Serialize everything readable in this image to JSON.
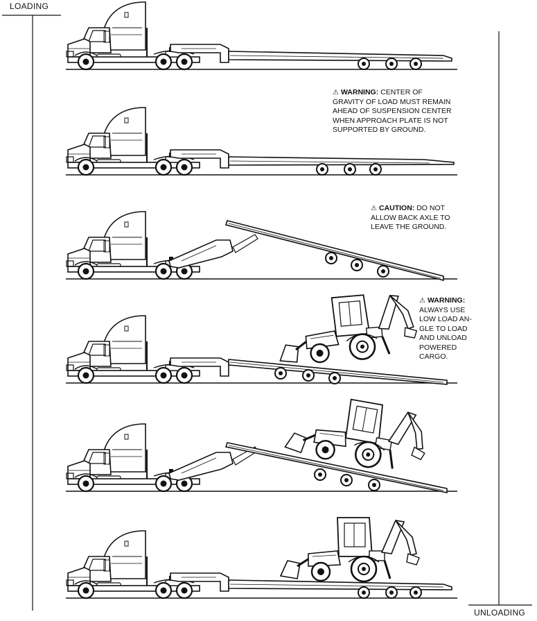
{
  "labels": {
    "loading": "LOADING",
    "unloading": "UNLOADING"
  },
  "notes": [
    {
      "symbol": "⚠",
      "heading": "WARNING:",
      "lines": [
        "CENTER OF",
        "GRAVITY OF LOAD MUST REMAIN",
        "AHEAD OF SUSPENSION CENTER",
        "WHEN APPROACH PLATE IS NOT",
        "SUPPORTED BY GROUND."
      ]
    },
    {
      "symbol": "⚠",
      "heading": "CAUTION:",
      "lines": [
        "DO NOT",
        "ALLOW BACK AXLE TO",
        "LEAVE THE GROUND."
      ]
    },
    {
      "symbol": "⚠",
      "heading": "WARNING:",
      "lines": [
        "",
        "ALWAYS USE",
        "LOW LOAD AN-",
        "GLE TO LOAD",
        "AND UNLOAD",
        "POWERED",
        "CARGO."
      ]
    }
  ],
  "icons": [
    "semi-truck-icon",
    "lowboy-trailer-icon",
    "backhoe-loader-icon"
  ]
}
